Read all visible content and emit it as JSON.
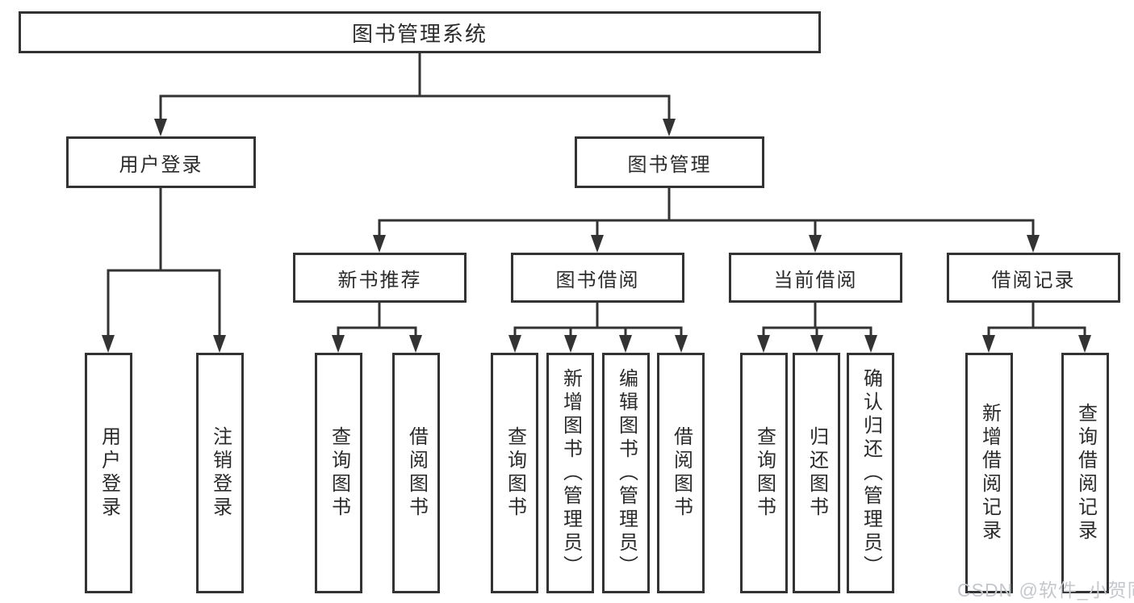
{
  "diagram": {
    "root": {
      "label": "图书管理系统"
    },
    "level2": {
      "user_login": {
        "label": "用户登录"
      },
      "book_mgmt": {
        "label": "图书管理"
      }
    },
    "level3": {
      "new_book": {
        "label": "新书推荐"
      },
      "book_borrow": {
        "label": "图书借阅"
      },
      "current_borrow": {
        "label": "当前借阅"
      },
      "borrow_records": {
        "label": "借阅记录"
      }
    },
    "leaves": {
      "user_login": [
        "用户登录",
        "注销登录"
      ],
      "new_book": [
        "查询图书",
        "借阅图书"
      ],
      "book_borrow": [
        "查询图书",
        "新增图书（管理员）",
        "编辑图书（管理员）",
        "借阅图书"
      ],
      "current_borrow": [
        "查询图书",
        "归还图书",
        "确认归还（管理员）"
      ],
      "borrow_records": [
        "新增借阅记录",
        "查询借阅记录"
      ]
    }
  },
  "watermark": {
    "text": "CSDN @软件_小贺同学"
  },
  "colors": {
    "line": "#333333",
    "text": "#2b2b2b",
    "background": "#ffffff",
    "watermark": "#c4c8cc"
  }
}
